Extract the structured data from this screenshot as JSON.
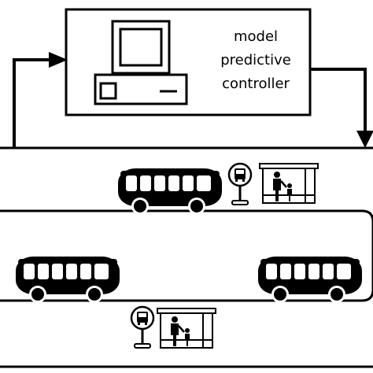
{
  "controller": {
    "label_lines": [
      "model",
      "predictive",
      "controller"
    ]
  },
  "icons": {
    "computer": "computer-icon",
    "bus": "bus-icon",
    "bus_stop_sign": "bus-stop-sign-icon",
    "bus_shelter": "bus-shelter-icon",
    "person": "person-icon",
    "child": "child-icon",
    "arrow": "arrow-icon"
  },
  "colors": {
    "stroke": "#000000",
    "fill": "#ffffff"
  }
}
